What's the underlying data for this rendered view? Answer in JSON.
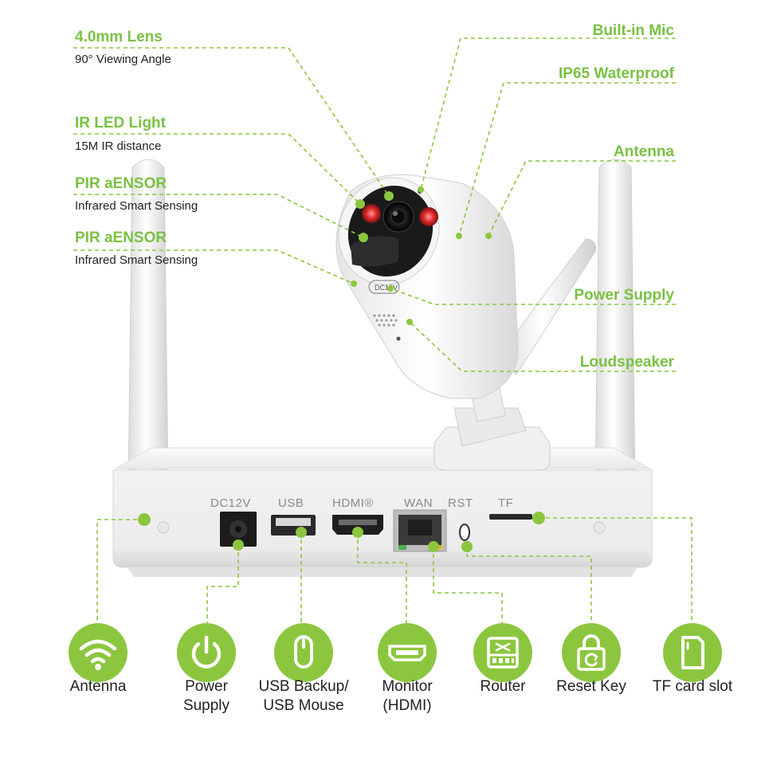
{
  "camera_callouts": {
    "lens": {
      "title": "4.0mm Lens",
      "detail": "90° Viewing Angle"
    },
    "ir_led": {
      "title": "IR LED Light",
      "detail": "15M IR distance"
    },
    "pir_1": {
      "title": "PIR aENSOR",
      "detail": "Infrared Smart Sensing"
    },
    "pir_2": {
      "title": "PIR aENSOR",
      "detail": "Infrared Smart Sensing"
    },
    "mic": {
      "title": "Built-in Mic"
    },
    "waterproof": {
      "title": "IP65 Waterproof"
    },
    "antenna": {
      "title": "Antenna"
    },
    "power": {
      "title": "Power Supply"
    },
    "speaker": {
      "title": "Loudspeaker"
    }
  },
  "nvr_ports": {
    "dc": "DC12V",
    "usb": "USB",
    "hdmi": "HDMI®",
    "wan": "WAN",
    "rst": "RST",
    "tf": "TF"
  },
  "camera_print": "DC12V",
  "feature_icons": [
    {
      "icon": "wifi-icon",
      "line1": "Antenna",
      "line2": ""
    },
    {
      "icon": "power-icon",
      "line1": "Power",
      "line2": "Supply"
    },
    {
      "icon": "mouse-icon",
      "line1": "USB Backup/",
      "line2": "USB Mouse"
    },
    {
      "icon": "hdmi-icon",
      "line1": "Monitor",
      "line2": "(HDMI)"
    },
    {
      "icon": "router-icon",
      "line1": "Router",
      "line2": ""
    },
    {
      "icon": "reset-icon",
      "line1": "Reset Key",
      "line2": ""
    },
    {
      "icon": "sdcard-icon",
      "line1": "TF card slot",
      "line2": ""
    }
  ],
  "colors": {
    "accent_green": "#7ac143",
    "icon_green": "#8cc63f",
    "leader_line": "#8cc63f",
    "device_white": "#f4f4f4"
  }
}
